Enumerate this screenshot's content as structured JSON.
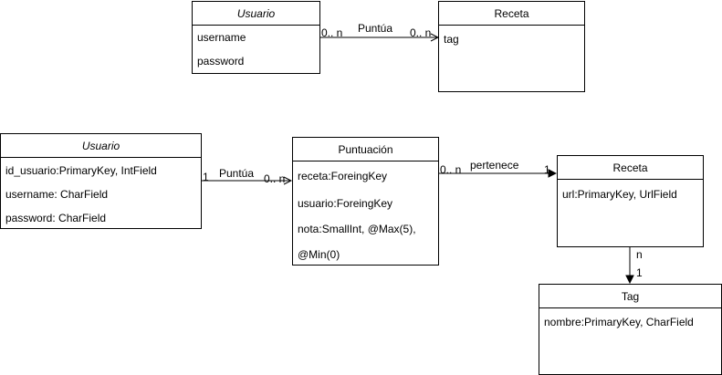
{
  "diagram1": {
    "usuario": {
      "title": "Usuario",
      "attributes": [
        "username",
        "password"
      ]
    },
    "receta": {
      "title": "Receta",
      "attributes": [
        "tag"
      ]
    },
    "association": {
      "label": "Puntúa",
      "source_mult": "0.. n",
      "target_mult": "0.. n"
    }
  },
  "diagram2": {
    "usuario": {
      "title": "Usuario",
      "attributes": [
        "id_usuario:PrimaryKey, IntField",
        "username: CharField",
        "password: CharField"
      ]
    },
    "puntuacion": {
      "title": "Puntuación",
      "attributes": [
        "receta:ForeingKey",
        "usuario:ForeingKey",
        "nota:SmallInt, @Max(5),",
        "@Min(0)"
      ]
    },
    "receta": {
      "title": "Receta",
      "attributes": [
        "url:PrimaryKey, UrlField"
      ]
    },
    "tag": {
      "title": "Tag",
      "attributes": [
        "nombre:PrimaryKey, CharField"
      ]
    },
    "assoc_puntua": {
      "label": "Puntúa",
      "source_mult": "1",
      "target_mult": "0.. n"
    },
    "assoc_pertenece": {
      "label": "pertenece",
      "source_mult": "0.. n",
      "target_mult": "1"
    },
    "assoc_tag": {
      "source_mult": "n",
      "target_mult": "1"
    }
  }
}
